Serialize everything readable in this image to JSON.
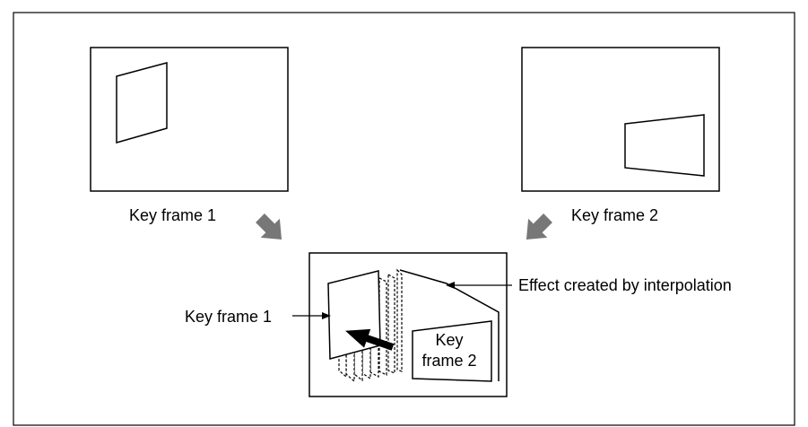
{
  "labels": {
    "keyframe1_top": "Key frame 1",
    "keyframe2_top": "Key frame 2",
    "effect": "Effect created by interpolation",
    "keyframe1_side": "Key frame 1",
    "keyframe2_line1": "Key",
    "keyframe2_line2": "frame 2"
  },
  "colors": {
    "outline": "#000000",
    "arrow_gray": "#777777",
    "arrow_black": "#000000"
  }
}
